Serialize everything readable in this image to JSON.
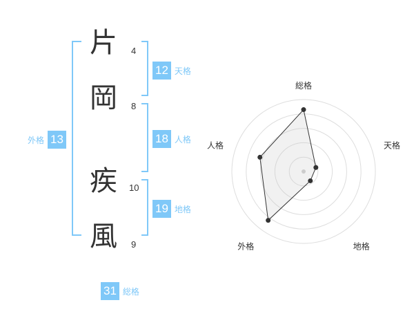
{
  "name": {
    "chars": [
      {
        "char": "片",
        "strokes": "4"
      },
      {
        "char": "岡",
        "strokes": "8"
      },
      {
        "char": "疾",
        "strokes": "10"
      },
      {
        "char": "風",
        "strokes": "9"
      }
    ]
  },
  "kaku": {
    "tenkaku": {
      "value": "12",
      "label": "天格"
    },
    "jinkaku": {
      "value": "18",
      "label": "人格"
    },
    "chikaku": {
      "value": "19",
      "label": "地格"
    },
    "gaikaku": {
      "value": "13",
      "label": "外格"
    },
    "soukaku": {
      "value": "31",
      "label": "総格"
    }
  },
  "colors": {
    "accent": "#7fc8f8",
    "text": "#333333",
    "bracket": "#7fc8f8"
  },
  "chart_data": {
    "type": "radar",
    "axes": [
      "総格",
      "天格",
      "地格",
      "外格",
      "人格"
    ],
    "values": [
      0.86,
      0.18,
      0.16,
      0.84,
      0.64
    ],
    "range": [
      0,
      1
    ],
    "rings": 5
  }
}
